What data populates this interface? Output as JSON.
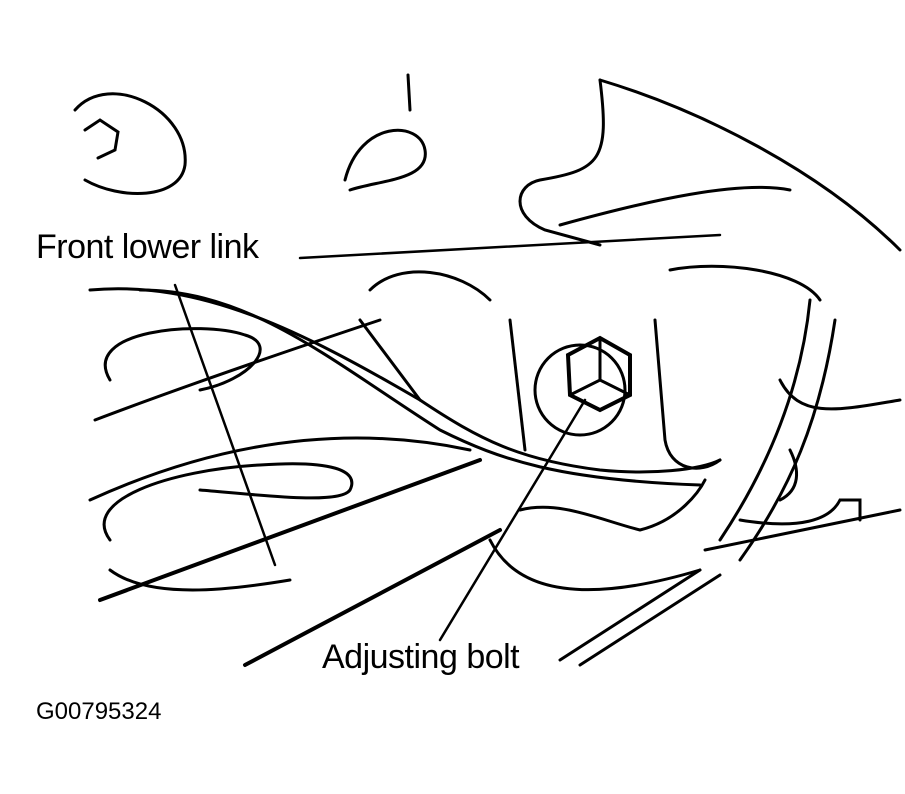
{
  "labels": {
    "front_lower_link": "Front lower link",
    "adjusting_bolt": "Adjusting bolt"
  },
  "figure_id": "G00795324"
}
